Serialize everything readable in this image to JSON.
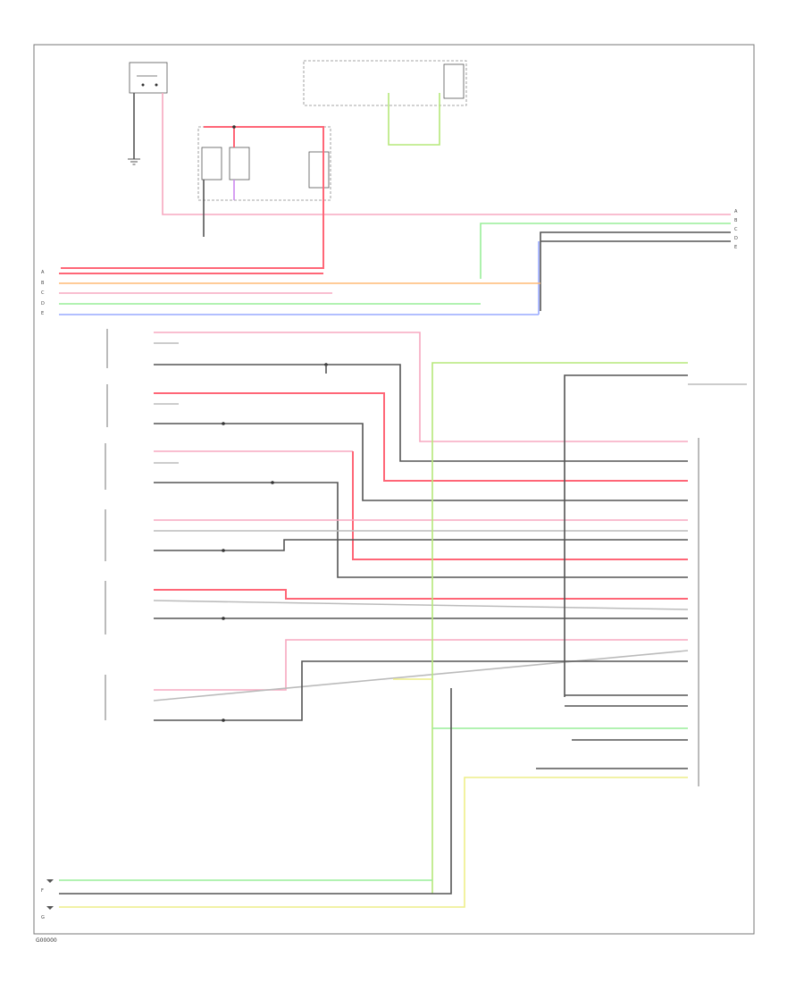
{
  "figure_label": "G00000",
  "connectors": {
    "left_arrows": [
      "A",
      "B",
      "C",
      "D",
      "E"
    ],
    "bottom_arrows": [
      "F",
      "G"
    ],
    "right_arrows": [
      "A",
      "B",
      "C",
      "D",
      "E"
    ]
  },
  "colors": {
    "red": "#ff6677",
    "pink": "#f7a8c0",
    "black": "#555555",
    "gray": "#bbbbbb",
    "yellow": "#eeee88",
    "green": "#99ee99",
    "light_green": "#b6e87a",
    "orange": "#ffbb77",
    "blue": "#99aaff",
    "violet": "#cc88ee"
  }
}
